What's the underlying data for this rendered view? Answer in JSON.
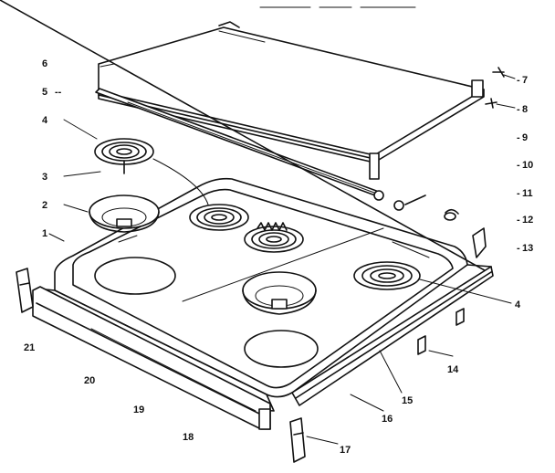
{
  "diagram": {
    "callouts": [
      "1",
      "2",
      "3",
      "4",
      "5",
      "6",
      "7",
      "8",
      "9",
      "10",
      "11",
      "12",
      "13",
      "14",
      "15",
      "16",
      "17",
      "18",
      "19",
      "20",
      "21"
    ],
    "callout_prefix_right": "-"
  },
  "labels": {
    "l6": "6",
    "l5": "5",
    "l4a": "4",
    "l3": "3",
    "l2": "2",
    "l1": "1",
    "l7": "7",
    "l8": "8",
    "l9": "9",
    "l10": "10",
    "l11": "11",
    "l12": "12",
    "l13": "13",
    "l4b": "4",
    "l14": "14",
    "l15": "15",
    "l16": "16",
    "l17": "17",
    "l18": "18",
    "l19": "19",
    "l20": "20",
    "l21": "21"
  }
}
